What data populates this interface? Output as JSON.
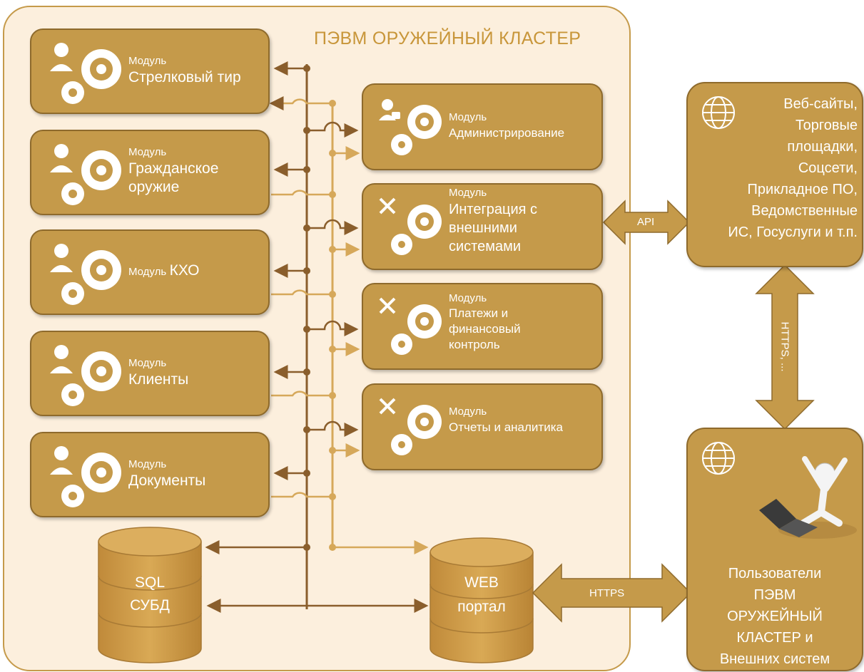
{
  "cluster": {
    "title": "ПЭВМ ОРУЖЕЙНЫЙ КЛАСТЕР"
  },
  "left_modules": [
    {
      "caption": "Модуль",
      "title": "Стрелковый тир"
    },
    {
      "caption": "Модуль",
      "title": "Гражданское оружие"
    },
    {
      "caption": "Модуль",
      "title": "КХО"
    },
    {
      "caption": "Модуль",
      "title": "Клиенты"
    },
    {
      "caption": "Модуль",
      "title": "Документы"
    }
  ],
  "right_modules": [
    {
      "caption": "Модуль",
      "title": "Администрирование"
    },
    {
      "caption": "Модуль",
      "title": "Интеграция с внешними системами"
    },
    {
      "caption": "Модуль",
      "title": "Платежи и финансовый контроль"
    },
    {
      "caption": "Модуль",
      "title": "Отчеты и аналитика"
    }
  ],
  "databases": {
    "sql": {
      "line1": "SQL",
      "line2": "СУБД"
    },
    "web": {
      "line1": "WEB",
      "line2": "портал"
    }
  },
  "external": {
    "systems": [
      "Веб-сайты,",
      "Торговые",
      "площадки,",
      "Соцсети,",
      "Прикладное ПО,",
      "Ведомственные",
      "ИС, Госуслуги и т.п."
    ],
    "users": [
      "Пользователи",
      "ПЭВМ",
      "ОРУЖЕЙНЫЙ",
      "КЛАСТЕР и",
      "Внешних систем"
    ]
  },
  "connections": {
    "api": "API",
    "https_vertical": "HTTPS, ...",
    "https": "HTTPS"
  },
  "colors": {
    "fill": "#c59a4a",
    "border": "#8e6a2c",
    "line_dark": "#8a5e2c",
    "line_light": "#d6a85a",
    "background": "#fcefdd"
  }
}
